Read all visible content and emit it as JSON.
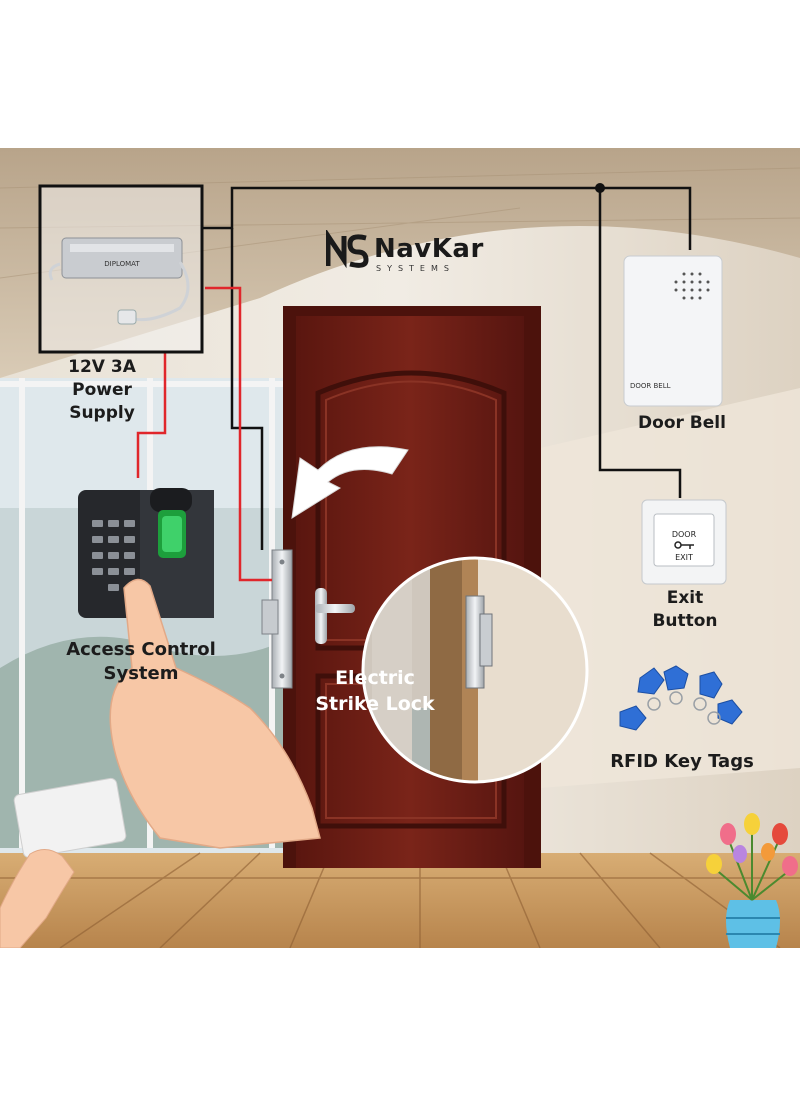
{
  "brand": {
    "logo_mark": "NS",
    "name": "NavKar",
    "tagline": "SYSTEMS"
  },
  "power_supply": {
    "line1": "12V 3A",
    "line2": "Power",
    "line3": "Supply",
    "device_text": "DIPLOMAT"
  },
  "door_bell": {
    "label": "Door Bell",
    "device_text": "DOOR BELL"
  },
  "exit_button": {
    "line1": "Exit",
    "line2": "Button",
    "plate_top": "DOOR",
    "plate_bottom": "EXIT"
  },
  "access_control": {
    "line1": "Access Control",
    "line2": "System"
  },
  "strike_lock": {
    "line1": "Electric",
    "line2": "Strike Lock"
  },
  "rfid": {
    "label": "RFID Key Tags"
  },
  "icons": [
    "arrow-icon",
    "fingerprint-icon",
    "key-icon"
  ],
  "colors": {
    "wire_red": "#e0262b",
    "wire_black": "#111111",
    "door": "#6b1d14",
    "floor": "#c99a63",
    "tag_blue": "#2f6fd6"
  }
}
